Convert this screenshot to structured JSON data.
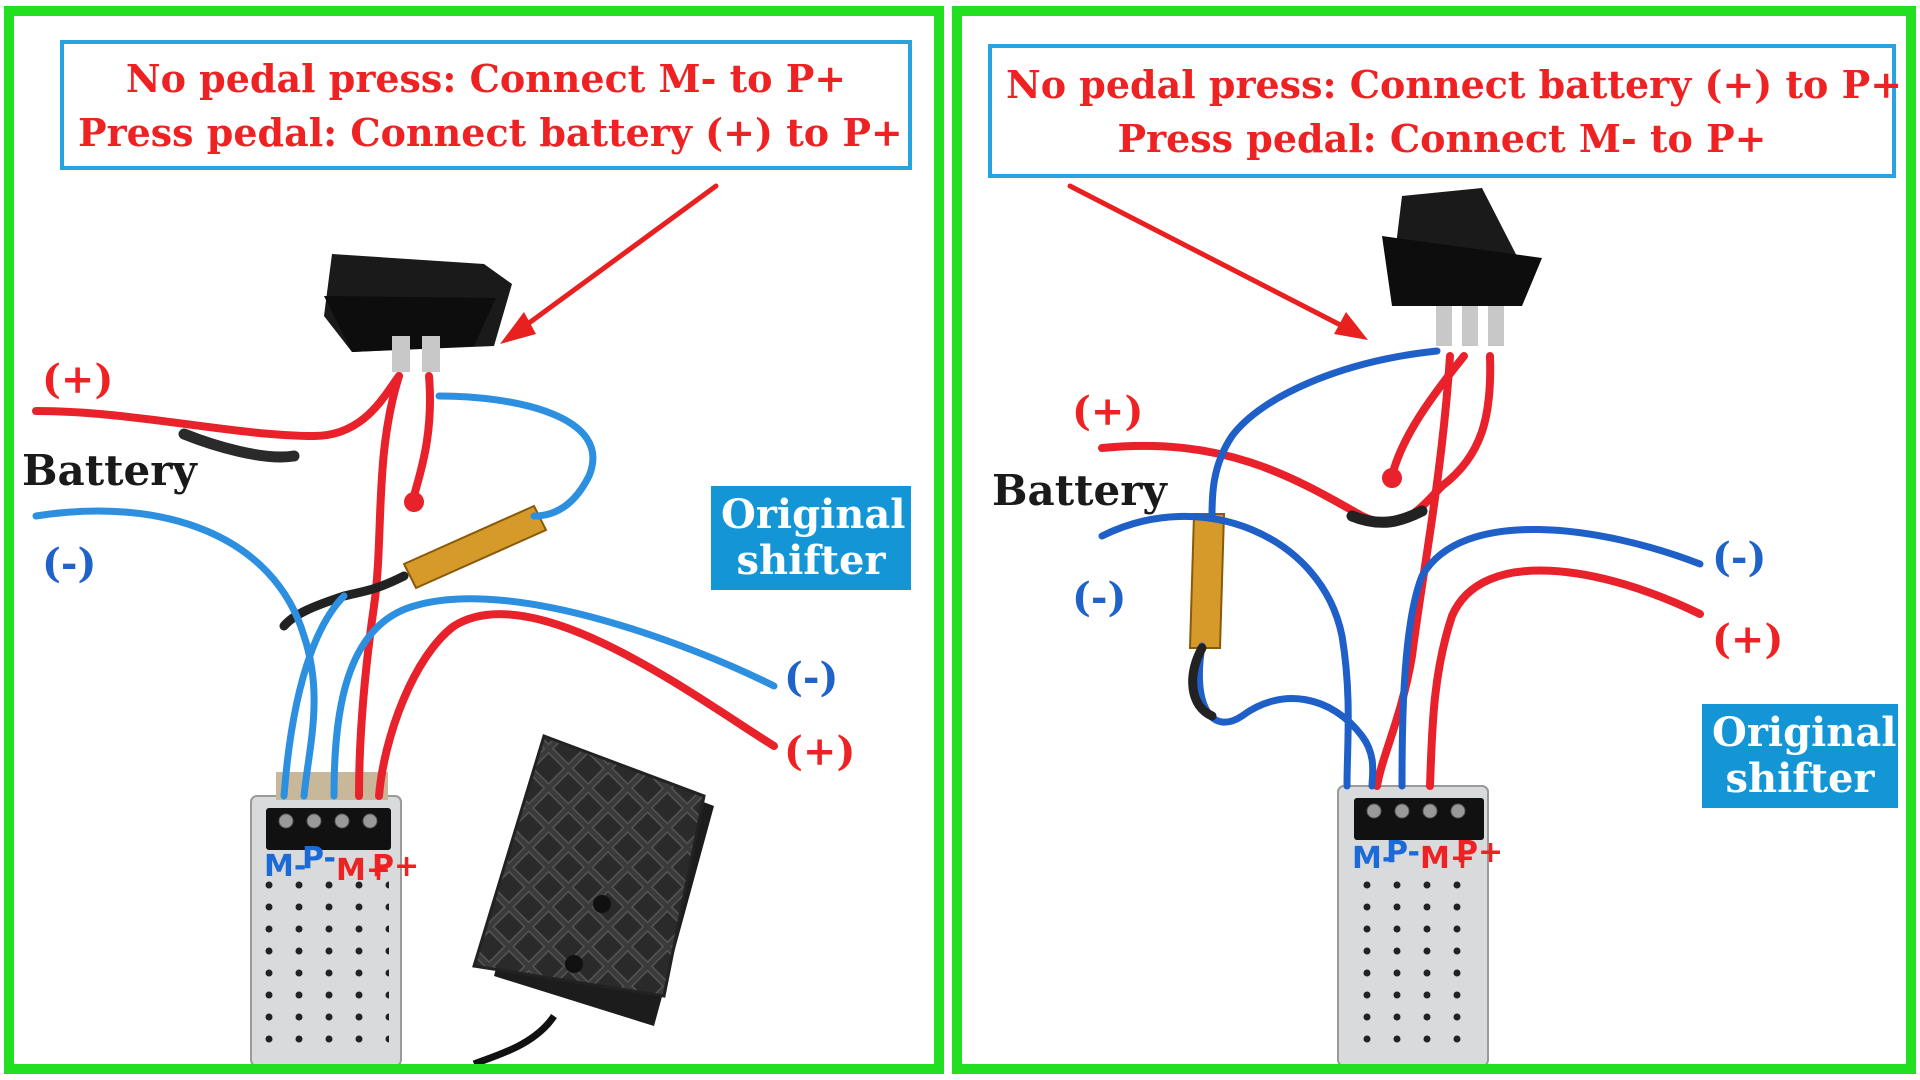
{
  "colors": {
    "frame": "#22e021",
    "callout_border": "#29a3e0",
    "callout_text": "#ee2222",
    "wire_red": "#e8212a",
    "wire_blue": "#2c7fd6",
    "shifter_bg": "#1496d6"
  },
  "left": {
    "callout": {
      "line1": "No pedal press: Connect M- to P+",
      "line2": "Press pedal: Connect battery (+) to P+"
    },
    "battery_plus": "(+)",
    "battery_label": "Battery",
    "battery_minus": "(-)",
    "shifter_line1": "Original",
    "shifter_line2": "shifter",
    "shifter_minus": "(-)",
    "shifter_plus": "(+)",
    "terminals": {
      "m_minus": "M-",
      "p_minus": "P-",
      "m_plus": "M+",
      "p_plus": "P+"
    }
  },
  "right": {
    "callout": {
      "line1": "No pedal press: Connect battery (+) to P+",
      "line2": "Press pedal: Connect M- to P+"
    },
    "battery_plus": "(+)",
    "battery_label": "Battery",
    "battery_minus": "(-)",
    "shifter_line1": "Original",
    "shifter_line2": "shifter",
    "shifter_minus": "(-)",
    "shifter_plus": "(+)",
    "terminals": {
      "m_minus": "M-",
      "p_minus": "P-",
      "m_plus": "M+",
      "p_plus": "P+"
    }
  }
}
